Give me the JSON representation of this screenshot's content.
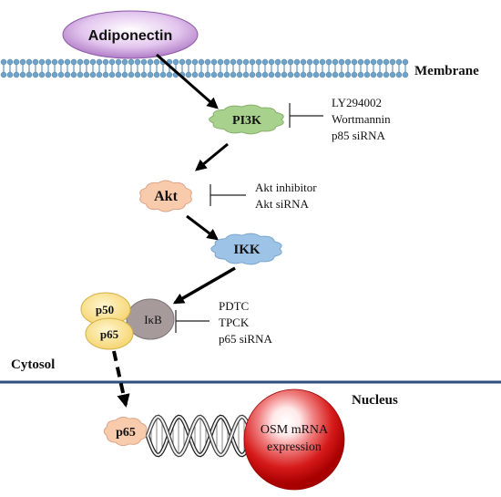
{
  "labels": {
    "adiponectin": "Adiponectin",
    "membrane": "Membrane",
    "pi3k": "PI3K",
    "akt": "Akt",
    "ikk": "IKK",
    "p50": "p50",
    "p65": "p65",
    "ikb": "IκB",
    "cytosol": "Cytosol",
    "nucleus": "Nucleus",
    "p65_nuclear": "p65",
    "osm_line1": "OSM mRNA",
    "osm_line2": "expression"
  },
  "inhibitors": {
    "pi3k": [
      "LY294002",
      "Wortmannin",
      "p85 siRNA"
    ],
    "akt": [
      "Akt inhibitor",
      "Akt siRNA"
    ],
    "nfkb": [
      "PDTC",
      "TPCK",
      "p65 siRNA"
    ]
  },
  "colors": {
    "adiponectin_fill": "#d9b3e6",
    "membrane": "#6fa3c9",
    "pi3k_fill": "#a9d18e",
    "akt_fill": "#f8cbad",
    "ikk_fill": "#9dc3e6",
    "p50_fill": "#ffe699",
    "p65_fill": "#ffe699",
    "ikb_fill": "#a69a9a",
    "nuclear_membrane": "#2f4f7f",
    "nucleus_core": "#c00000",
    "arrow": "#000000"
  }
}
